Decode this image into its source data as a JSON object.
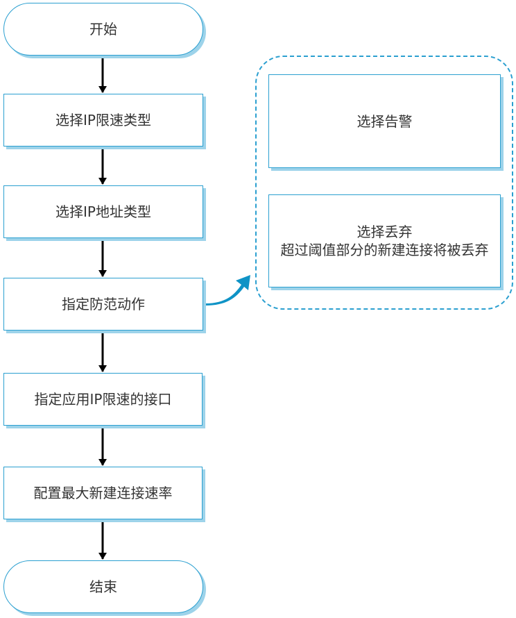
{
  "flow": {
    "start": "开始",
    "step1": "选择IP限速类型",
    "step2": "选择IP地址类型",
    "step3": "指定防范动作",
    "step4": "指定应用IP限速的接口",
    "step5": "配置最大新建连接速率",
    "end": "结束"
  },
  "actions": {
    "alarm": "选择告警",
    "drop_title": "选择丢弃",
    "drop_desc": "超过阈值部分的新建连接将被丢弃"
  },
  "colors": {
    "border": "#2a9fd0",
    "shadow": "#9dd3ea",
    "arrow": "#0f93c6"
  }
}
